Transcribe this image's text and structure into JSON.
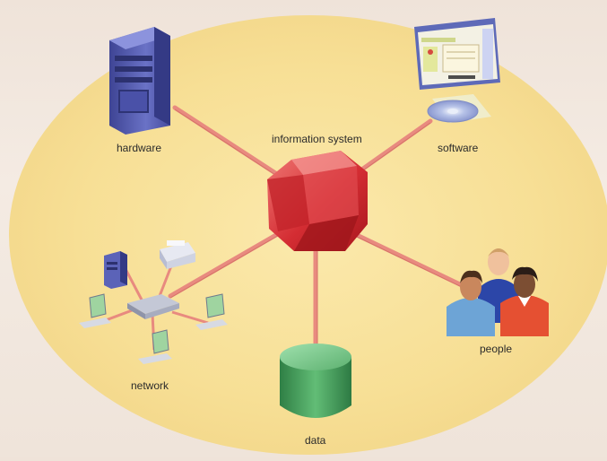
{
  "diagram": {
    "center_label": "information system",
    "components": [
      {
        "id": "hardware",
        "label": "hardware",
        "icon": "server-tower-icon"
      },
      {
        "id": "software",
        "label": "software",
        "icon": "software-window-disc-icon"
      },
      {
        "id": "people",
        "label": "people",
        "icon": "people-group-icon"
      },
      {
        "id": "data",
        "label": "data",
        "icon": "database-cylinder-icon"
      },
      {
        "id": "network",
        "label": "network",
        "icon": "network-devices-icon"
      }
    ],
    "colors": {
      "ellipse_fill": "#f7e09a",
      "connector": "#e0857a",
      "hub_red": "#d8343a",
      "database_green": "#4fa866",
      "server_blue": "#5b63b8"
    }
  }
}
